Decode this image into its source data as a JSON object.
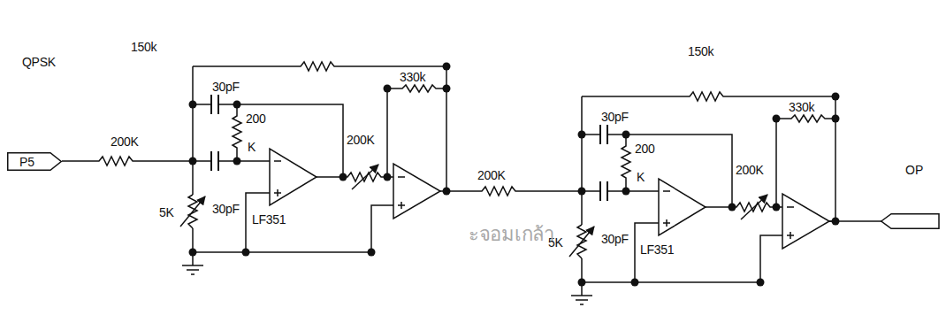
{
  "diagram": {
    "nodes": [
      {
        "text": [
          "P5"
        ]
      },
      {
        "text": [
          "OP"
        ]
      }
    ],
    "labels": [
      "QPSK",
      "150k",
      "30pF",
      "200K",
      "200",
      "K",
      "330k",
      "200K",
      "5K",
      "30pF",
      "LF351",
      "200K",
      "150k",
      "30pF",
      "200",
      "K",
      "330k",
      "200K",
      "5K",
      "30pF",
      "LF351",
      "ะจอมเกล้า"
    ]
  }
}
